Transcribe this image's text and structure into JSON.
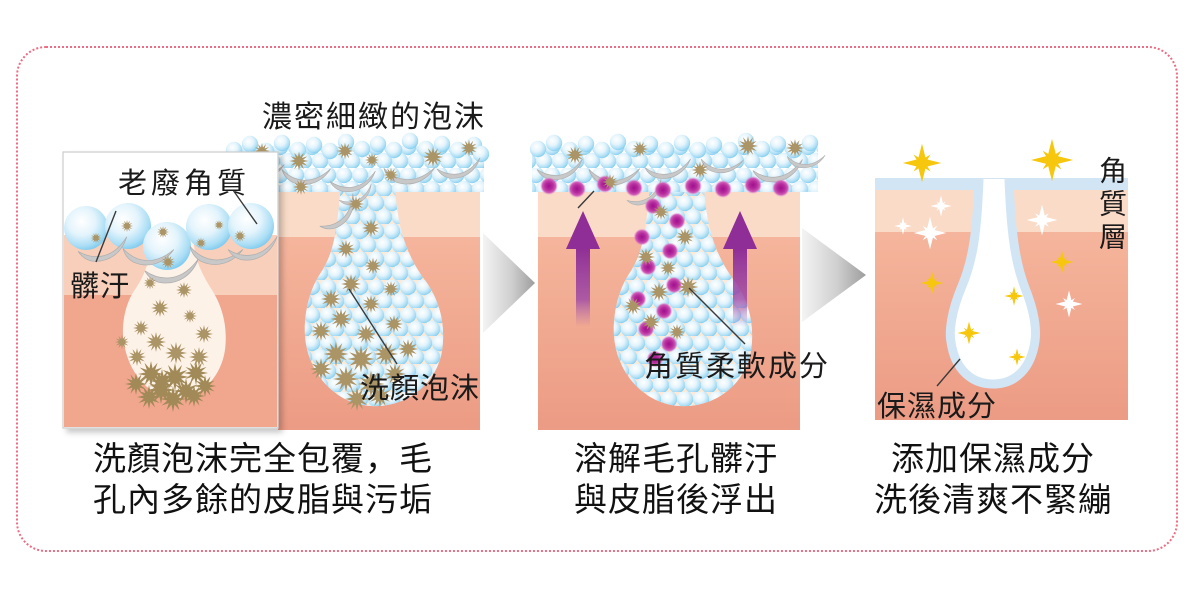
{
  "title": "濃密細緻的泡沫",
  "labels": {
    "dead_keratin": "老廢角質",
    "dirt": "髒汙",
    "cleansing_foam": "洗顏泡沫",
    "softening_ingredient": "角質柔軟成分",
    "stratum_corneum": "角質層",
    "moisturizing_ingredient": "保濕成分"
  },
  "captions": {
    "step1_line1": "洗顏泡沫完全包覆，毛",
    "step1_line2": "孔內多餘的皮脂與污垢",
    "step2_line1": "溶解毛孔髒汙",
    "step2_line2": "與皮脂後浮出",
    "step3_line1": "添加保濕成分",
    "step3_line2": "洗後清爽不緊繃"
  },
  "palette": {
    "border_dotted_pink": "#ed6e84",
    "skin_light": "#f9dbc8",
    "skin_deep": "#ec9b84",
    "pore_interior": "#fcead9",
    "foam_blue": "#62bfeb",
    "dirt_tan": "#ab9466",
    "keratin_gray": "#c8c8c8",
    "softener_magenta": "#b2289a",
    "arrow_purple": "#8f2e96",
    "sparkle_yellow": "#f6c70c",
    "stratum_blue": "#d2e5f4",
    "transition_gray": "#a2a2a2"
  }
}
